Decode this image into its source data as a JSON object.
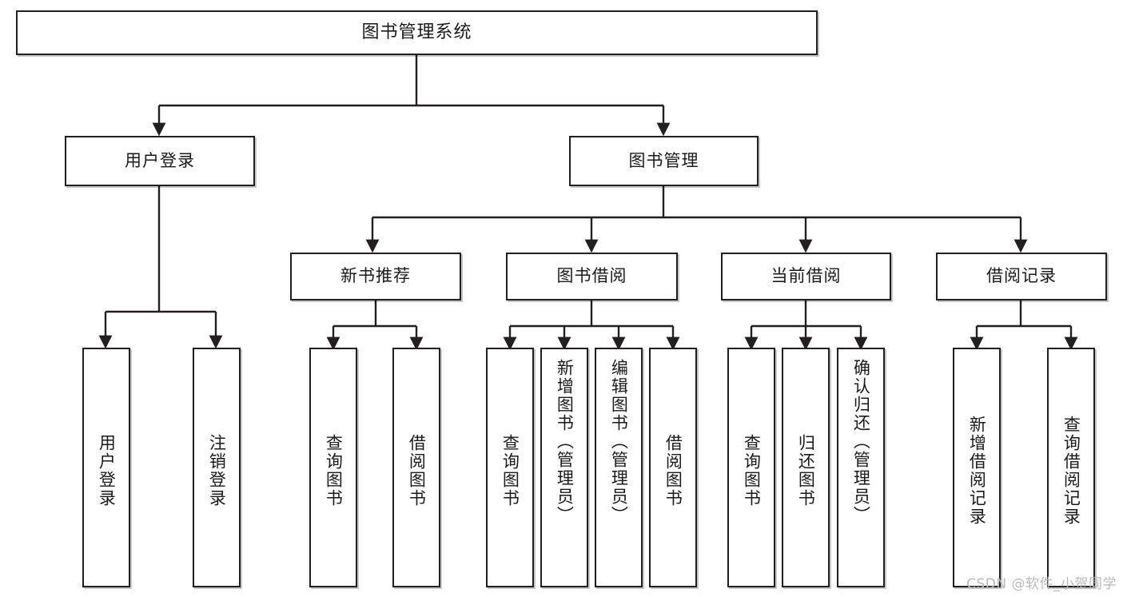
{
  "diagram": {
    "type": "tree-hierarchy",
    "title": "图书管理系统",
    "root": {
      "id": "root",
      "label": "图书管理系统"
    },
    "level2": [
      {
        "id": "user-login",
        "label": "用户登录"
      },
      {
        "id": "book-manage",
        "label": "图书管理"
      }
    ],
    "level3": [
      {
        "id": "new-book-rec",
        "label": "新书推荐",
        "parent": "book-manage"
      },
      {
        "id": "book-borrow",
        "label": "图书借阅",
        "parent": "book-manage"
      },
      {
        "id": "current-borrow",
        "label": "当前借阅",
        "parent": "book-manage"
      },
      {
        "id": "borrow-record",
        "label": "借阅记录",
        "parent": "book-manage"
      }
    ],
    "leaves": [
      {
        "id": "leaf-user-login",
        "label": "用户登录",
        "parent": "user-login"
      },
      {
        "id": "leaf-logout",
        "label": "注销登录",
        "parent": "user-login"
      },
      {
        "id": "leaf-query-book-1",
        "label": "查询图书",
        "parent": "new-book-rec"
      },
      {
        "id": "leaf-borrow-book-1",
        "label": "借阅图书",
        "parent": "new-book-rec"
      },
      {
        "id": "leaf-query-book-2",
        "label": "查询图书",
        "parent": "book-borrow"
      },
      {
        "id": "leaf-add-book",
        "label": "新增图书（管理员）",
        "parent": "book-borrow"
      },
      {
        "id": "leaf-edit-book",
        "label": "编辑图书（管理员）",
        "parent": "book-borrow"
      },
      {
        "id": "leaf-borrow-book-2",
        "label": "借阅图书",
        "parent": "book-borrow"
      },
      {
        "id": "leaf-query-book-3",
        "label": "查询图书",
        "parent": "current-borrow"
      },
      {
        "id": "leaf-return-book",
        "label": "归还图书",
        "parent": "current-borrow"
      },
      {
        "id": "leaf-confirm-return",
        "label": "确认归还（管理员）",
        "parent": "current-borrow"
      },
      {
        "id": "leaf-add-record",
        "label": "新增借阅记录",
        "parent": "borrow-record"
      },
      {
        "id": "leaf-query-record",
        "label": "查询借阅记录",
        "parent": "borrow-record"
      }
    ],
    "colors": {
      "stroke": "#231f20",
      "box_fill": "#ffffff",
      "text": "#1a1a1a",
      "watermark": "#b9b9b9",
      "background": "#ffffff"
    }
  },
  "watermark": {
    "text": "CSDN @软件_小贺同学"
  }
}
